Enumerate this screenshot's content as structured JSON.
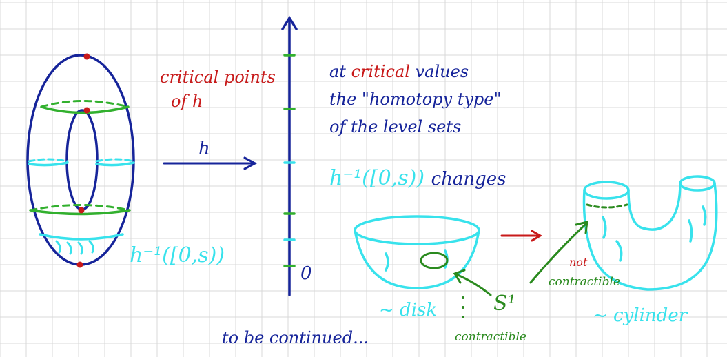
{
  "notes": {
    "critical_points": "critical points",
    "of_h": "of h",
    "map_label": "h",
    "at_critical_1": "at",
    "at_critical_2": "critical",
    "at_critical_3": "values",
    "homotopy_line": "the \"homotopy type\"",
    "level_sets_line": "of the level sets",
    "preimage_changes": "h⁻¹([0,s)) changes",
    "preimage_left": "h⁻¹([0,s))",
    "axis_zero": "0",
    "disk_label": "~ disk",
    "cylinder_label": "~ cylinder",
    "circle_label": "S¹",
    "contractible": "contractible",
    "not": "not",
    "contractible_2": "contractible",
    "to_be_continued": "to be continued..."
  },
  "colors": {
    "navy": "#16249a",
    "red": "#c81a1a",
    "green": "#32b02e",
    "darkgreen": "#2a8a1e",
    "cyan": "#38e2ec",
    "grid": "#d9d9d9"
  }
}
